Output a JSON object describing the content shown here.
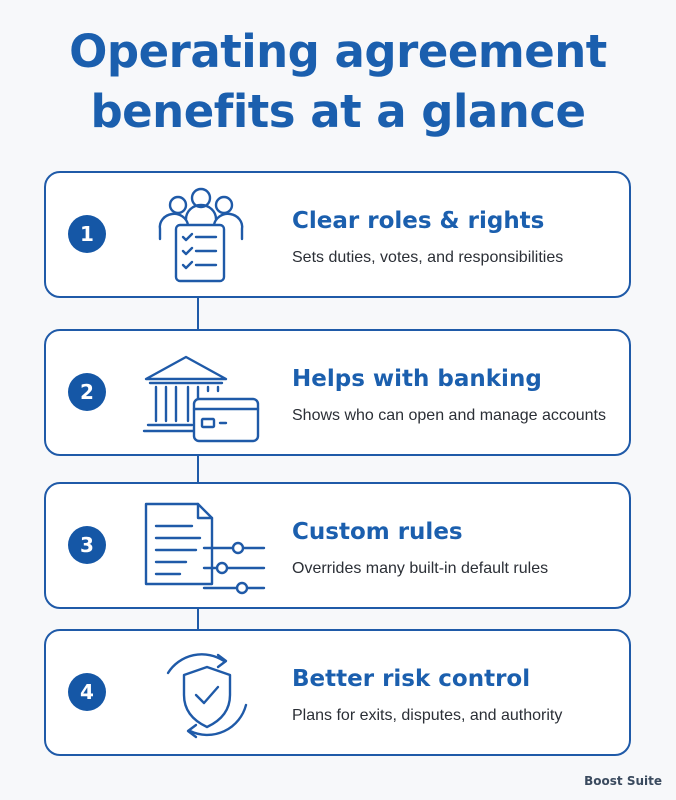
{
  "title": {
    "line1": "Operating agreement",
    "line2": "benefits at a glance"
  },
  "cards": [
    {
      "number": "1",
      "title": "Clear roles & rights",
      "description": "Sets duties, votes, and responsibilities",
      "icon": "people-checklist-icon"
    },
    {
      "number": "2",
      "title": "Helps with banking",
      "description": "Shows who can open and manage accounts",
      "icon": "bank-card-icon"
    },
    {
      "number": "3",
      "title": "Custom rules",
      "description": "Overrides many built-in default rules",
      "icon": "document-sliders-icon"
    },
    {
      "number": "4",
      "title": "Better risk control",
      "description": "Plans for exits, disputes, and authority",
      "icon": "shield-check-icon"
    }
  ],
  "brand": "Boost Suite",
  "colors": {
    "accent": "#1b5fae",
    "border": "#1f5aa8",
    "text": "#2b2f36",
    "background": "#f7f8fa"
  }
}
